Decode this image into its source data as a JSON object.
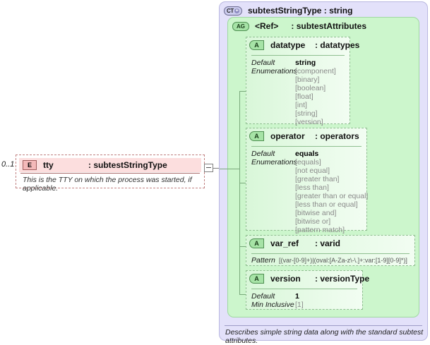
{
  "element": {
    "cardinality": "0..1",
    "icon": "element-icon",
    "icon_label": "E",
    "name": "tty",
    "type": ": subtestStringType",
    "documentation": "This is the TTY on which the process was started, if applicable."
  },
  "connector": {
    "collapse_icon": "minus-icon"
  },
  "complex_type": {
    "icon": "complextype-icon",
    "icon_label": "CT",
    "icon_plus": "+",
    "title": "subtestStringType : string",
    "footer": "Describes simple string data along with the standard subtest attributes."
  },
  "attribute_group": {
    "icon": "attributegroup-icon",
    "icon_label": "AG",
    "name": "<Ref>",
    "type": ": subtestAttributes"
  },
  "attributes": [
    {
      "icon_label": "A",
      "name": "datatype",
      "type": ": datatypes",
      "facets": [
        {
          "label": "Default",
          "value": "string",
          "bold": true
        },
        {
          "label": "Enumerations",
          "value": "[component]",
          "bold": false
        }
      ],
      "enumerations": [
        "[binary]",
        "[boolean]",
        "[float]",
        "[int]",
        "[string]",
        "[version]"
      ]
    },
    {
      "icon_label": "A",
      "name": "operator",
      "type": ": operators",
      "facets": [
        {
          "label": "Default",
          "value": "equals",
          "bold": true
        },
        {
          "label": "Enumerations",
          "value": "[equals]",
          "bold": false
        }
      ],
      "enumerations": [
        "[not equal]",
        "[greater than]",
        "[less than]",
        "[greater than or equal]",
        "[less than or equal]",
        "[bitwise and]",
        "[bitwise or]",
        "[pattern match]"
      ]
    },
    {
      "icon_label": "A",
      "name": "var_ref",
      "type": ": varid",
      "facets": [
        {
          "label": "Pattern",
          "value": "[(var-[0-9]+)|(oval:[A-Za-z\\-\\.]+:var:[1-9][0-9]*)]",
          "bold": false
        }
      ],
      "enumerations": []
    },
    {
      "icon_label": "A",
      "name": "version",
      "type": ": versionType",
      "facets": [
        {
          "label": "Default",
          "value": "1",
          "bold": true
        },
        {
          "label": "Min Inclusive",
          "value": "[1]",
          "bold": false
        }
      ],
      "enumerations": []
    }
  ]
}
